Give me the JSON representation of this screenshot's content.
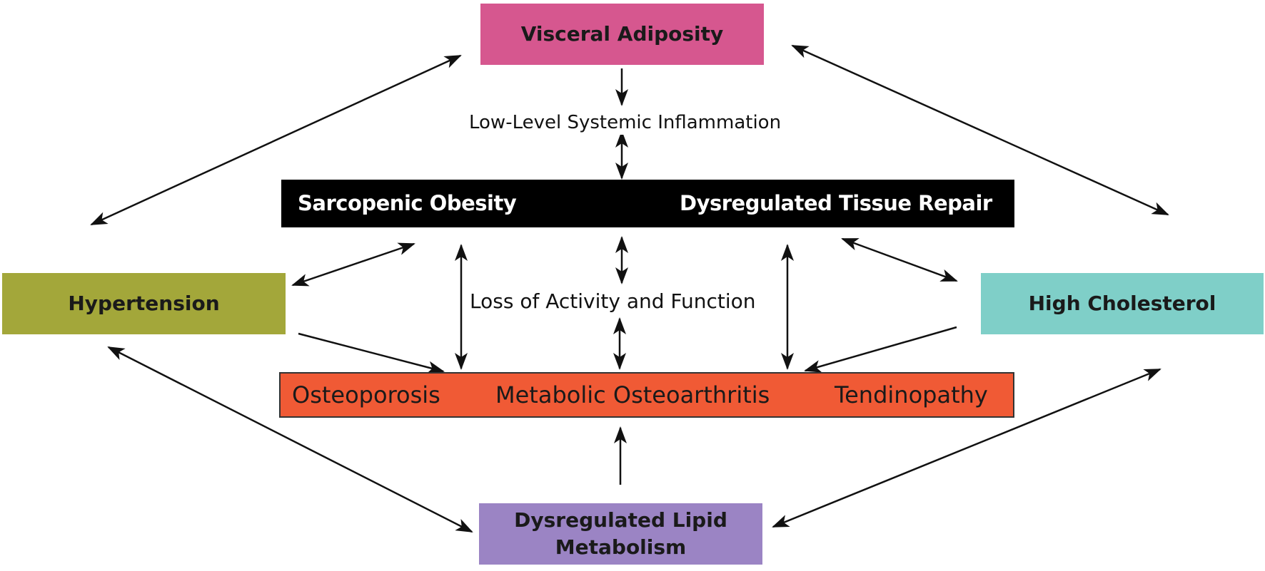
{
  "nodes": {
    "visceral_adiposity": {
      "label": "Visceral Adiposity",
      "color": "#d6578f"
    },
    "hypertension": {
      "label": "Hypertension",
      "color": "#a3a73a"
    },
    "high_cholesterol": {
      "label": "High Cholesterol",
      "color": "#7fcfc8"
    },
    "dysregulated_lipid": {
      "label": "Dysregulated Lipid\nMetabolism",
      "color": "#9b84c4"
    },
    "low_level_inflammation": {
      "label": "Low-Level Systemic Inflammation"
    },
    "loss_of_activity": {
      "label": "Loss of Activity and Function"
    }
  },
  "black_band": {
    "color": "#000000",
    "sarcopenic_obesity": "Sarcopenic Obesity",
    "dysregulated_tissue_repair": "Dysregulated Tissue Repair"
  },
  "orange_band": {
    "color": "#f05a35",
    "osteoporosis": "Osteoporosis",
    "metabolic_osteoarthritis": "Metabolic Osteoarthritis",
    "tendinopathy": "Tendinopathy"
  },
  "edges": [
    {
      "from": "visceral_adiposity",
      "to": "low_level_inflammation",
      "type": "single"
    },
    {
      "from": "low_level_inflammation",
      "to": "black_band",
      "type": "double"
    },
    {
      "from": "visceral_adiposity",
      "to": "hypertension",
      "type": "double"
    },
    {
      "from": "visceral_adiposity",
      "to": "high_cholesterol",
      "type": "double"
    },
    {
      "from": "black_band",
      "to": "hypertension",
      "type": "double"
    },
    {
      "from": "black_band",
      "to": "high_cholesterol",
      "type": "double"
    },
    {
      "from": "black_band",
      "to": "loss_of_activity",
      "type": "double"
    },
    {
      "from": "loss_of_activity",
      "to": "orange_band",
      "type": "double"
    },
    {
      "from": "black_band",
      "to": "orange_band",
      "type": "double",
      "side": "left"
    },
    {
      "from": "black_band",
      "to": "orange_band",
      "type": "double",
      "side": "right"
    },
    {
      "from": "hypertension",
      "to": "orange_band",
      "type": "single"
    },
    {
      "from": "high_cholesterol",
      "to": "orange_band",
      "type": "single"
    },
    {
      "from": "dysregulated_lipid",
      "to": "orange_band",
      "type": "single"
    },
    {
      "from": "hypertension",
      "to": "dysregulated_lipid",
      "type": "double"
    },
    {
      "from": "high_cholesterol",
      "to": "dysregulated_lipid",
      "type": "double"
    }
  ]
}
